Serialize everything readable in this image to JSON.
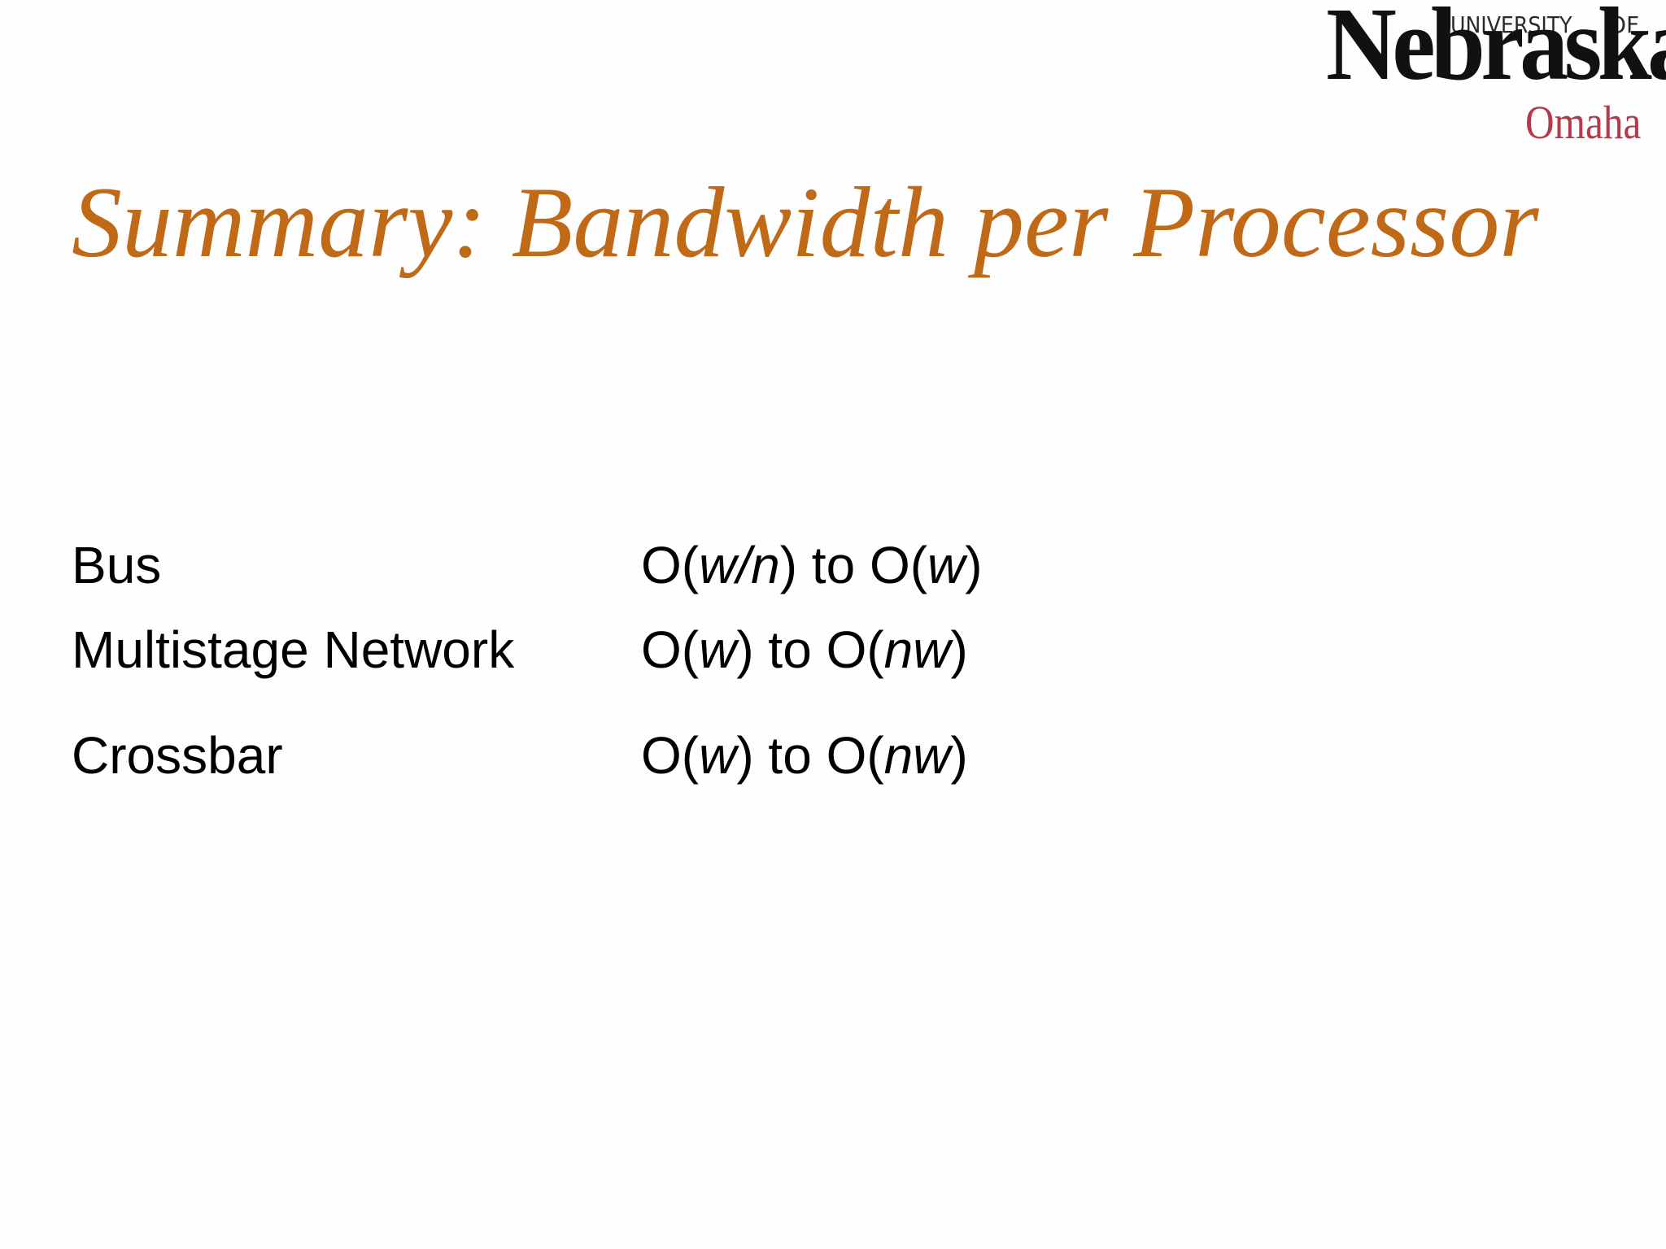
{
  "logo": {
    "university": "UNIVERSITY",
    "of": "OF",
    "name": "Nebraska",
    "campus": "Omaha"
  },
  "title": "Summary: Bandwidth per Processor",
  "rows": [
    {
      "label": "Bus",
      "value": {
        "a_pre": "O(",
        "a_var": "w/n",
        "a_post": ") to O(",
        "b_var": "w",
        "b_post": ")"
      }
    },
    {
      "label": "Multistage Network",
      "value": {
        "a_pre": "O(",
        "a_var": "w",
        "a_post": ") to O(",
        "b_var": "nw",
        "b_post": ")"
      }
    },
    {
      "label": "Crossbar",
      "value": {
        "a_pre": "O(",
        "a_var": "w",
        "a_post": ") to O(",
        "b_var": "nw",
        "b_post": ")"
      }
    }
  ]
}
